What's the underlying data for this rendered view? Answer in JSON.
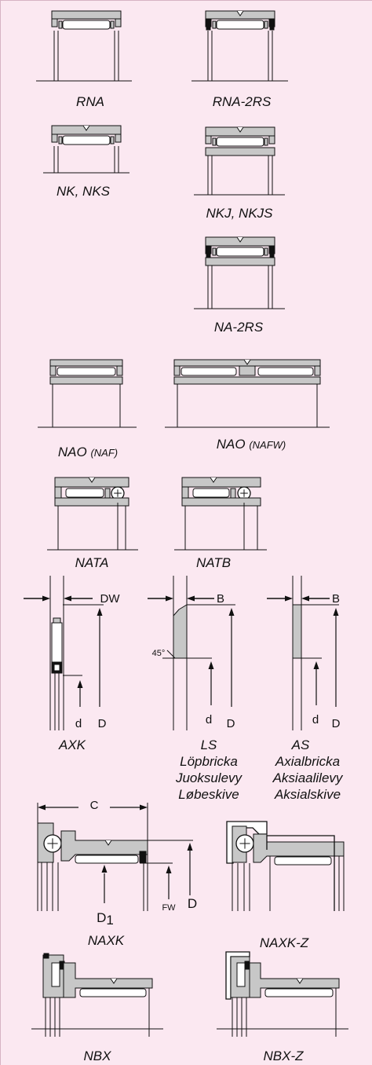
{
  "colors": {
    "background": "#fbe8f1",
    "steel": "#c7c7c7",
    "line": "#111111",
    "seal": "#111111",
    "white": "#ffffff"
  },
  "captions": {
    "rna": "RNA",
    "rna_2rs": "RNA-2RS",
    "nk": "NK, NKS",
    "nkj": "NKJ, NKJS",
    "na_2rs": "NA-2RS",
    "nao_naf": "NAO",
    "nao_naf_sub": "(NAF)",
    "nao_nafw": "NAO",
    "nao_nafw_sub": "(NAFW)",
    "nata": "NATA",
    "natb": "NATB",
    "axk": "AXK",
    "ls": "LS",
    "ls_sv": "Löpbricka",
    "ls_fi": "Juoksulevy",
    "ls_da": "Løbeskive",
    "as": "AS",
    "as_sv": "Axialbricka",
    "as_fi": "Aksiaalilevy",
    "as_da": "Aksialskive",
    "naxk": "NAXK",
    "naxk_z": "NAXK-Z",
    "nbx": "NBX",
    "nbx_z": "NBX-Z"
  },
  "labels": {
    "axk_dw": "DW",
    "axk_d": "d",
    "axk_D": "D",
    "ls_b": "B",
    "ls_angle": "45°",
    "ls_d": "d",
    "ls_D": "D",
    "as_b": "B",
    "as_d": "d",
    "as_D": "D",
    "naxk_c": "C",
    "naxk_d1": "D",
    "naxk_d1_sub": "1",
    "naxk_fw": "FW",
    "naxk_D": "D"
  }
}
